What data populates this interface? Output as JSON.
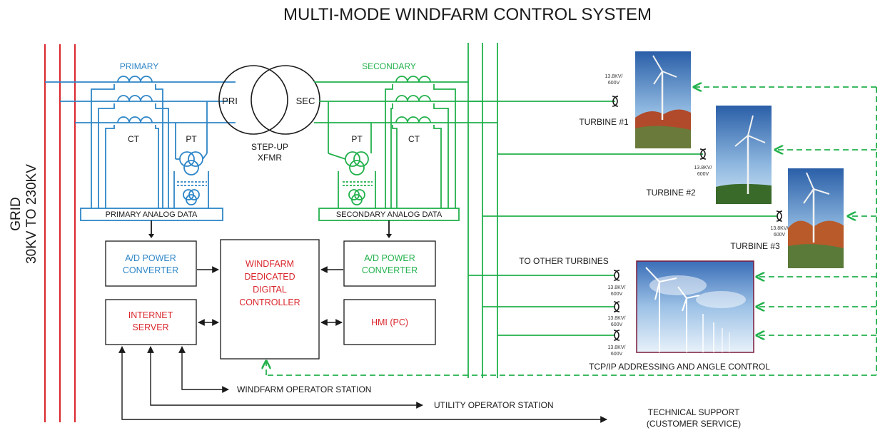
{
  "title": "MULTI-MODE WINDFARM CONTROL SYSTEM",
  "grid_label": {
    "line1": "GRID",
    "line2": "30KV TO 230KV"
  },
  "primary": {
    "label": "PRIMARY",
    "ct": "CT",
    "pt": "PT",
    "analog": "PRIMARY ANALOG DATA"
  },
  "secondary": {
    "label": "SECONDARY",
    "ct": "CT",
    "pt": "PT",
    "analog": "SECONDARY ANALOG DATA"
  },
  "transformer": {
    "pri": "PRI",
    "sec": "SEC",
    "line1": "STEP-UP",
    "line2": "XFMR"
  },
  "boxes": {
    "ad_primary": {
      "line1": "A/D POWER",
      "line2": "CONVERTER"
    },
    "ad_secondary": {
      "line1": "A/D POWER",
      "line2": "CONVERTER"
    },
    "controller": {
      "line1": "WINDFARM",
      "line2": "DEDICATED",
      "line3": "DIGITAL",
      "line4": "CONTROLLER"
    },
    "internet": {
      "line1": "INTERNET",
      "line2": "SERVER"
    },
    "hmi": "HMI (PC)"
  },
  "turbines": [
    {
      "name": "TURBINE #1",
      "rating1": "13.8KV/",
      "rating2": "600V"
    },
    {
      "name": "TURBINE #2",
      "rating1": "13.8KV/",
      "rating2": "600V"
    },
    {
      "name": "TURBINE #3",
      "rating1": "13.8KV/",
      "rating2": "600V"
    }
  ],
  "other_turbines": {
    "label": "TO OTHER TURBINES",
    "ratings": [
      {
        "rating1": "13.8KV/",
        "rating2": "600V"
      },
      {
        "rating1": "13.8KV/",
        "rating2": "600V"
      },
      {
        "rating1": "13.8KV/",
        "rating2": "600V"
      }
    ]
  },
  "tcpip_label": "TCP/IP ADDRESSING AND ANGLE CONTROL",
  "stations": {
    "windfarm_operator": "WINDFARM OPERATOR STATION",
    "utility_operator": "UTILITY OPERATOR STATION",
    "tech_support1": "TECHNICAL SUPPORT",
    "tech_support2": "(CUSTOMER SERVICE)"
  },
  "colors": {
    "grid": "#d9262c",
    "primary": "#2e86c7",
    "secondary": "#22b14c",
    "controller_text": "#d9262c",
    "box_text_blue": "#2e86c7",
    "box_text_green": "#22b14c"
  }
}
